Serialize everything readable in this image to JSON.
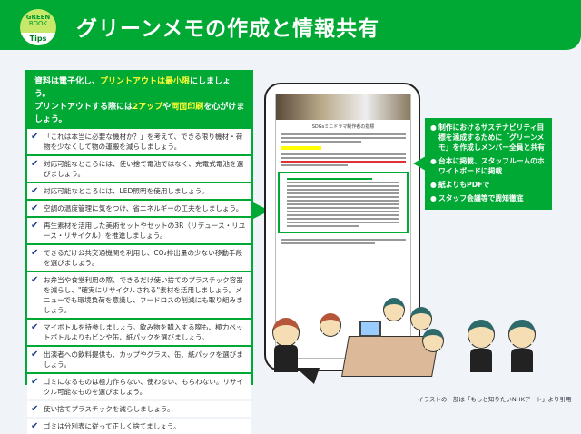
{
  "header": {
    "logo": {
      "line1": "GREEN",
      "line2": "BOOK",
      "line3": "Tips"
    },
    "title": "グリーンメモの作成と情報共有"
  },
  "left_panel": {
    "intro": {
      "p1": "資料は電子化し、",
      "p2": "プリントアウトは最小限",
      "p3": "にしましょう。",
      "p4": "プリントアウトする際には",
      "p5": "2アップ",
      "p6": "や",
      "p7": "両面印刷",
      "p8": "を心がけましょう。"
    },
    "items": [
      "「これは本当に必要な機材か？」を考えて、できる限り機材・荷物を少なくして物の運搬を減らしましょう。",
      "対応可能なところには、使い捨て電池ではなく、充電式電池を選びましょう。",
      "対応可能なところには、LED照明を使用しましょう。",
      "空調の温度管理に気をつけ、省エネルギーの工夫をしましょう。",
      "再生素材を活用した美術セットやセットの3R（リデュース・リユース・リサイクル）を推進しましょう。",
      "できるだけ公共交通機関を利用し、CO₂排出量の少ない移動手段を選びましょう。",
      "お弁当や食堂利用の際、できるだけ使い捨てのプラスチック容器を減らし、\"確実にリサイクルされる\"素材を活用しましょう。メニューでも環境負荷を意識し、フードロスの削減にも取り組みましょう。",
      "マイボトルを持参しましょう。飲み物を購入する際も、極力ペットボトルよりもビンや缶、紙パックを選びましょう。",
      "出演者への飲料提供も、カップやグラス、缶、紙パックを選びましょう。",
      "ゴミになるものは極力作らない、使わない、もらわない。リサイクル可能なものを選びましょう。",
      "使い捨てプラスチックを減らしましょう。",
      "ゴミは分別表に従って正しく捨てましょう。"
    ]
  },
  "phone": {
    "doc_title": "SDGsミニドラマ制作者の指標"
  },
  "right_panel": {
    "bullets": [
      "制作におけるサステナビリティ目標を達成するために「グリーンメモ」を作成しメンバー全員と共有",
      "台本に掲載、スタッフルームのホワイトボードに掲載",
      "紙よりもPDFで",
      "スタッフ会議等で周知徹底"
    ]
  },
  "credit": "イラストの一部は「もっと知りたいNHKアート」より引用",
  "colors": {
    "brand_green": "#00a834",
    "highlight_yellow": "#ffff33"
  }
}
